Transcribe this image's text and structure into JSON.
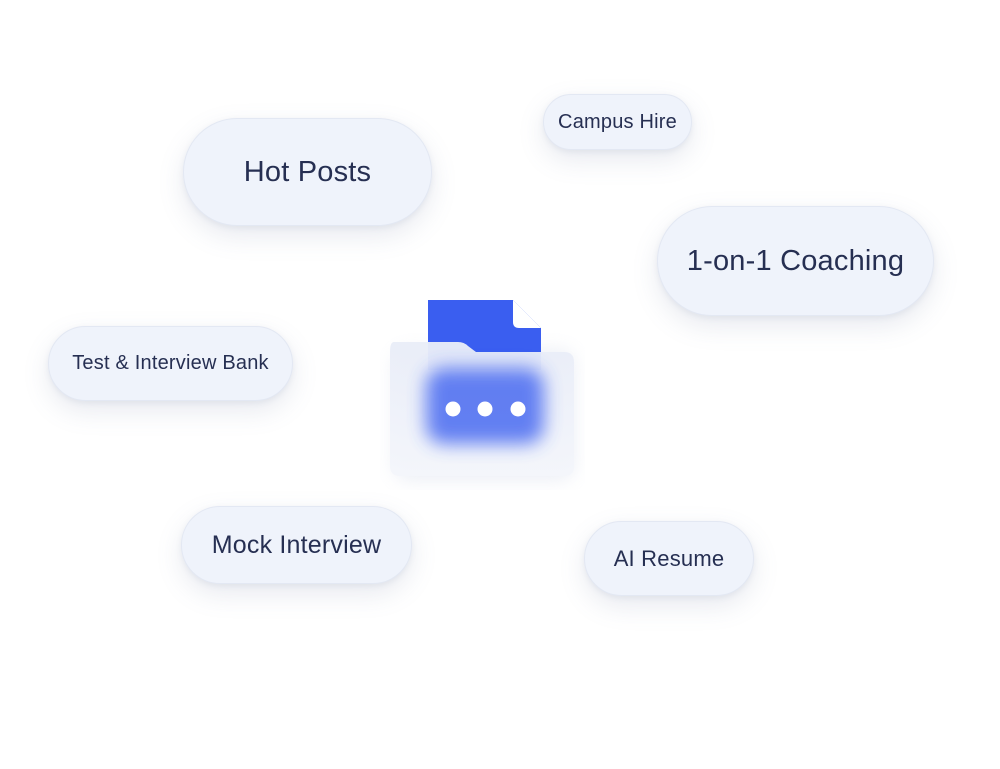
{
  "tags": {
    "hot_posts": "Hot Posts",
    "campus_hire": "Campus Hire",
    "coaching": "1-on-1 Coaching",
    "test_interview_bank": "Test & Interview Bank",
    "mock_interview": "Mock Interview",
    "ai_resume": "AI Resume"
  },
  "icons": {
    "center": "folder-document-icon",
    "overlay": "more-dots-icon"
  },
  "colors": {
    "pill_background": "#eff3fb",
    "pill_text": "#262f52",
    "folder_accent": "#3a5ef0",
    "folder_front": "#f2f4fb"
  }
}
